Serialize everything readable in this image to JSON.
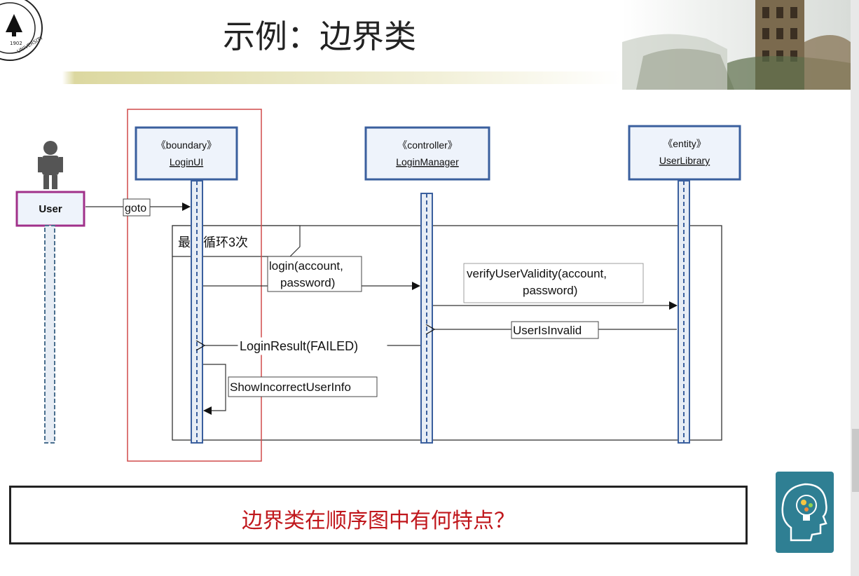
{
  "slide": {
    "title": "示例：边界类",
    "question": "边界类在顺序图中有何特点？"
  },
  "logo": {
    "year": "1902",
    "text": "UNIVERSITY"
  },
  "diagram": {
    "actor": {
      "name": "User"
    },
    "lifelines": [
      {
        "stereotype": "《boundary》",
        "name": "LoginUI"
      },
      {
        "stereotype": "《controller》",
        "name": "LoginManager"
      },
      {
        "stereotype": "《entity》",
        "name": "UserLibrary"
      }
    ],
    "loop_label": "最多循环3次",
    "messages": [
      {
        "label": "goto"
      },
      {
        "label_line1": "login(account,",
        "label_line2": "password)"
      },
      {
        "label_line1": "verifyUserValidity(account,",
        "label_line2": "password)"
      },
      {
        "label": "UserIsInvalid"
      },
      {
        "label": "LoginResult(FAILED)"
      },
      {
        "label": "ShowIncorrectUserInfo"
      }
    ]
  },
  "colors": {
    "accent_red": "#c0171c",
    "highlight_box": "#d04a4a",
    "lifeline_blue": "#3a5f9e",
    "header_bar": "#dcd8a0"
  }
}
